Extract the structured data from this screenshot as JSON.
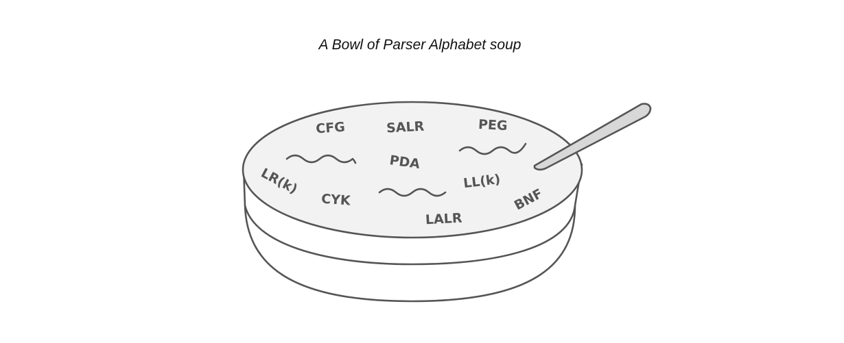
{
  "title": "A Bowl of Parser Alphabet soup",
  "colors": {
    "stroke": "#555555",
    "soup": "#f2f2f2",
    "spoon": "#d8d8d8",
    "bowl": "#ffffff",
    "text": "#555555"
  },
  "letters": {
    "cfg": "CFG",
    "salr": "SALR",
    "peg": "PEG",
    "pda": "PDA",
    "lrk": "LR(k)",
    "cyk": "CYK",
    "llk": "LL(k)",
    "bnf": "BNF",
    "lalr": "LALR"
  },
  "icons": {
    "spoon": "spoon-icon",
    "noodle": "noodle-squiggle-icon"
  }
}
